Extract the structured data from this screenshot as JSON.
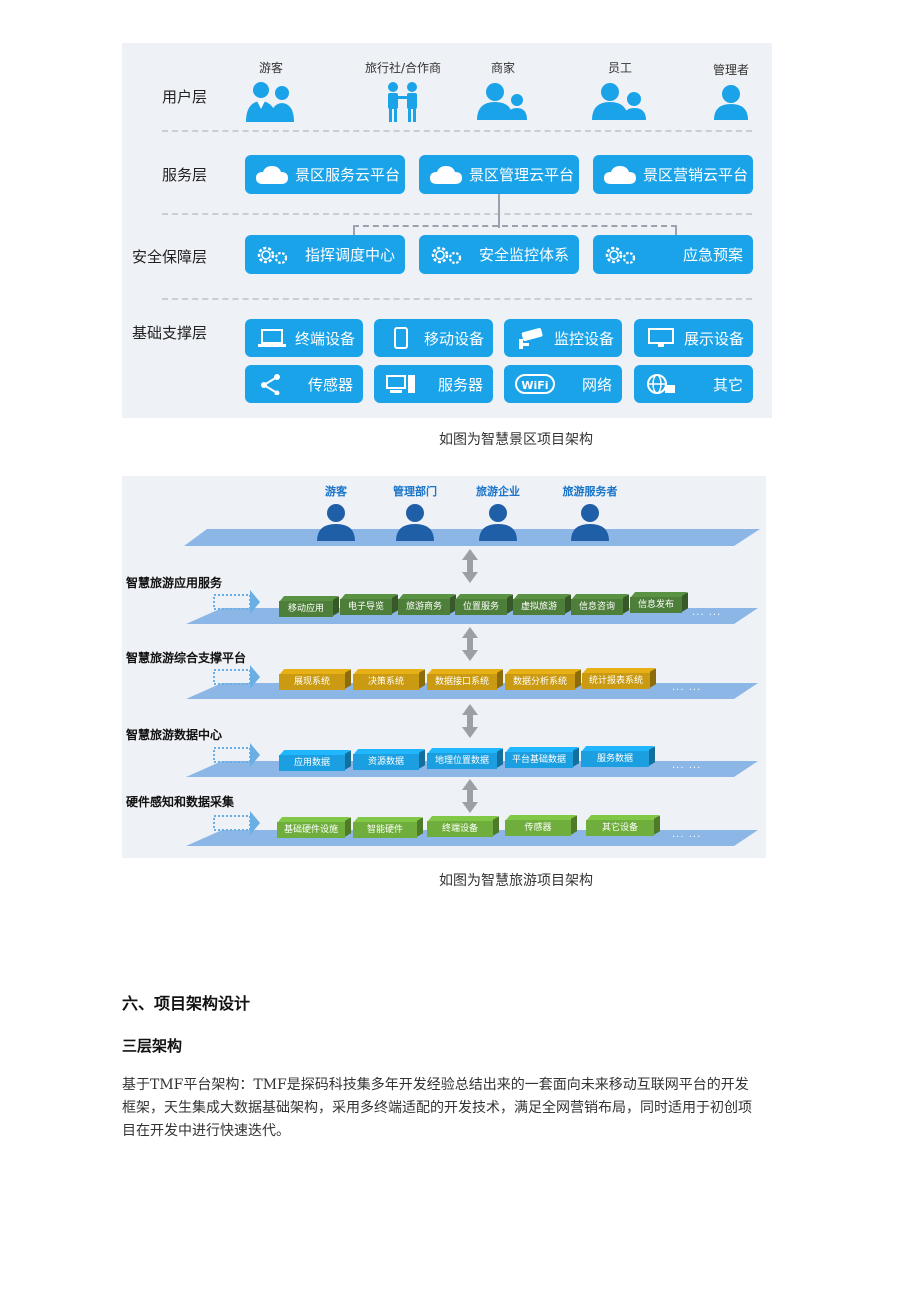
{
  "figure1": {
    "layers": {
      "user": "用户层",
      "service": "服务层",
      "security": "安全保障层",
      "base": "基础支撑层"
    },
    "users": [
      "游客",
      "旅行社/合作商",
      "商家",
      "员工",
      "管理者"
    ],
    "services": [
      "景区服务云平台",
      "景区管理云平台",
      "景区营销云平台"
    ],
    "security": [
      "指挥调度中心",
      "安全监控体系",
      "应急预案"
    ],
    "base_row1": [
      "终端设备",
      "移动设备",
      "监控设备",
      "展示设备"
    ],
    "base_row2": [
      "传感器",
      "服务器",
      "网络",
      "其它"
    ],
    "caption": "如图为智慧景区项目架构",
    "colors": {
      "box": "#1aa3e8",
      "background": "#eef1f5"
    }
  },
  "figure2": {
    "users": [
      "游客",
      "管理部门",
      "旅游企业",
      "旅游服务者"
    ],
    "layers": [
      {
        "label": "智慧旅游应用服务",
        "items": [
          "移动应用",
          "电子导览",
          "旅游商务",
          "位置服务",
          "虚拟旅游",
          "信息咨询",
          "信息发布"
        ],
        "color": "#4e7f3a"
      },
      {
        "label": "智慧旅游综合支撑平台",
        "items": [
          "展现系统",
          "决策系统",
          "数据接口系统",
          "数据分析系统",
          "统计报表系统"
        ],
        "color": "#c99a12"
      },
      {
        "label": "智慧旅游数据中心",
        "items": [
          "应用数据",
          "资源数据",
          "地理位置数据",
          "平台基础数据",
          "服务数据"
        ],
        "color": "#1c9fe0"
      },
      {
        "label": "硬件感知和数据采集",
        "items": [
          "基础硬件设施",
          "智能硬件",
          "终端设备",
          "传感器",
          "其它设备"
        ],
        "color": "#6fae3c"
      }
    ],
    "ellipsis": "... ...",
    "caption": "如图为智慧旅游项目架构"
  },
  "section": {
    "heading": "六、项目架构设计",
    "subheading": "三层架构",
    "paragraph": "基于TMF平台架构：TMF是探码科技集多年开发经验总结出来的一套面向未来移动互联网平台的开发框架，天生集成大数据基础架构，采用多终端适配的开发技术，满足全网营销布局，同时适用于初创项目在开发中进行快速迭代。"
  }
}
